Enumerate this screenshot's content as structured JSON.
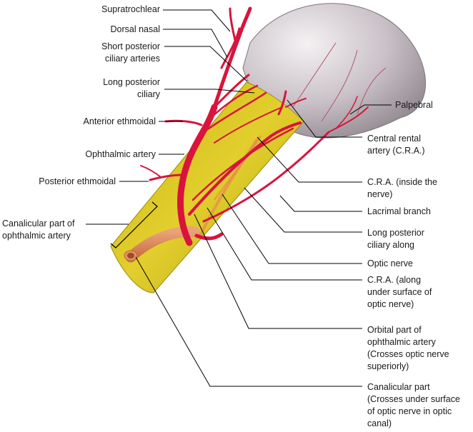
{
  "labels_left": {
    "supratrochlear": "Supratrochlear",
    "dorsal_nasal": "Dorsal nasal",
    "short_posterior_ciliary": "Short posterior\nciliary arteries",
    "long_posterior_ciliary": "Long posterior\nciliary",
    "anterior_ethmoidal": "Anterior ethmoidal",
    "ophthalmic_artery": "Ophthalmic artery",
    "posterior_ethmoidal": "Posterior ethmoidal",
    "canalicular_part_ophthalmic": "Canalicular part of\nophthalmic artery"
  },
  "labels_right": {
    "palpebral": "Palpebral",
    "central_retinal": "Central rental\nartery (C.R.A.)",
    "cra_inside": "C.R.A. (inside the\nnerve)",
    "lacrimal_branch": "Lacrimal branch",
    "long_posterior_ciliary_along": "Long posterior\nciliary along",
    "optic_nerve": "Optic nerve",
    "cra_along": "C.R.A. (along\nunder surface of\noptic nerve)",
    "orbital_part": "Orbital part of\nophthalmic artery\n(Crosses optic nerve\nsuperiorly)",
    "canalicular_part": "Canalicular part\n(Crosses under surface\nof optic nerve in optic\ncanal)"
  },
  "colors": {
    "artery": "#d8143c",
    "artery_dark": "#a80d2e",
    "nerve": "#d6c21a",
    "nerve_dark": "#a8960e",
    "canal_artery": "#e2905a",
    "eyeball": "#bdb4ba",
    "leader": "#000000"
  }
}
